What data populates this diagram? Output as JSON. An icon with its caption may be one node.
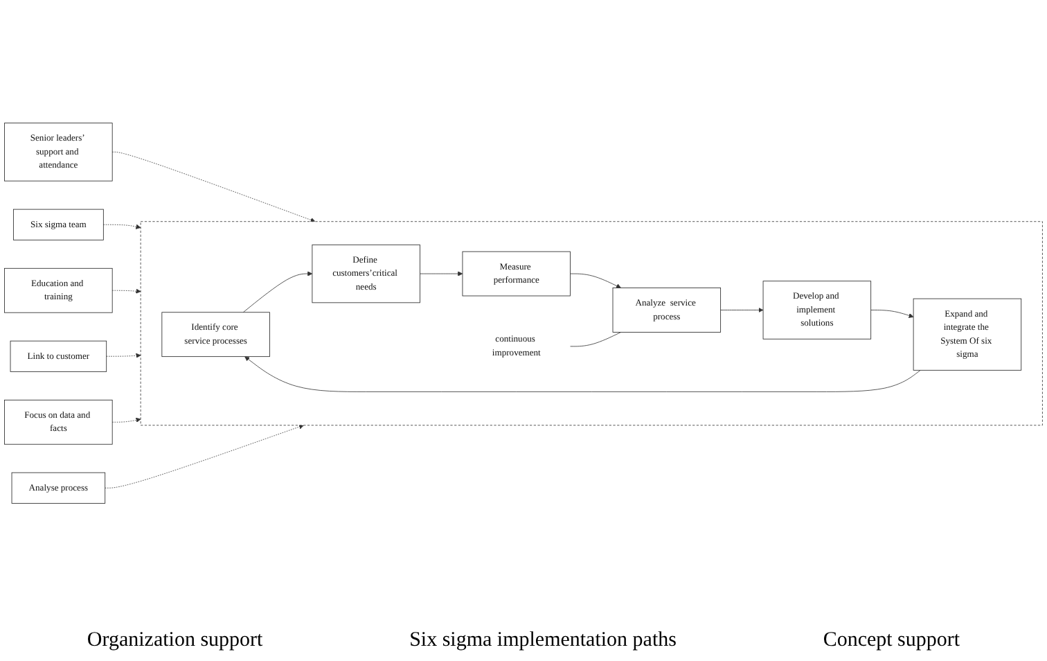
{
  "diagram": {
    "nodes": [
      {
        "text": [
          "Senior leaders’ support and attendance"
        ]
      },
      {
        "text": [
          "Six sigma team"
        ]
      },
      {
        "text": [
          "Education and training"
        ]
      },
      {
        "text": [],
        "shape": "box"
      },
      {
        "text": [
          "continuous improvement"
        ],
        "in": 3
      },
      {
        "text": [
          "Identify core service processes"
        ],
        "in": 3
      },
      {
        "text": [
          "Define customers’critical needs"
        ],
        "in": 3
      },
      {
        "text": [
          "Measure performance"
        ],
        "in": 3
      },
      {
        "text": [
          "Analyze  service process"
        ],
        "in": 3
      },
      {
        "text": [
          "Develop and implement solutions"
        ],
        "in": 3
      },
      {
        "text": [
          "Expand and integrate the System Of six sigma"
        ],
        "in": 3
      },
      {
        "text": [
          "Link to customer"
        ]
      },
      {
        "text": [
          "Focus on data and facts"
        ]
      },
      {
        "text": [
          "Analyse process"
        ]
      }
    ],
    "edges": [
      {
        "from": 0,
        "to": 3,
        "arrow": "to",
        "style": "dashed"
      },
      {
        "from": 1,
        "to": 3,
        "arrow": "to",
        "style": "dashed"
      },
      {
        "from": 2,
        "to": 3,
        "arrow": "to",
        "style": "dashed"
      },
      {
        "from": 5,
        "to": 6,
        "arrow": "to"
      },
      {
        "from": 6,
        "to": 7,
        "arrow": "to"
      },
      {
        "from": 7,
        "to": 8,
        "arrow": "to"
      },
      {
        "from": 8,
        "to": 9,
        "arrow": "to"
      },
      {
        "from": 9,
        "to": 10,
        "arrow": "to"
      },
      {
        "from": 10,
        "to": 5,
        "arrow": "to"
      },
      {
        "from": 4,
        "to": 8,
        "arrow": "none"
      },
      {
        "from": 11,
        "to": 3,
        "arrow": "to",
        "style": "dashed"
      },
      {
        "from": 12,
        "to": 3,
        "arrow": "to",
        "style": "dashed"
      },
      {
        "from": 13,
        "to": 3,
        "arrow": "to",
        "style": "dashed"
      }
    ],
    "labels": [
      "Organization support",
      "Six sigma implementation paths",
      "Concept support"
    ]
  }
}
